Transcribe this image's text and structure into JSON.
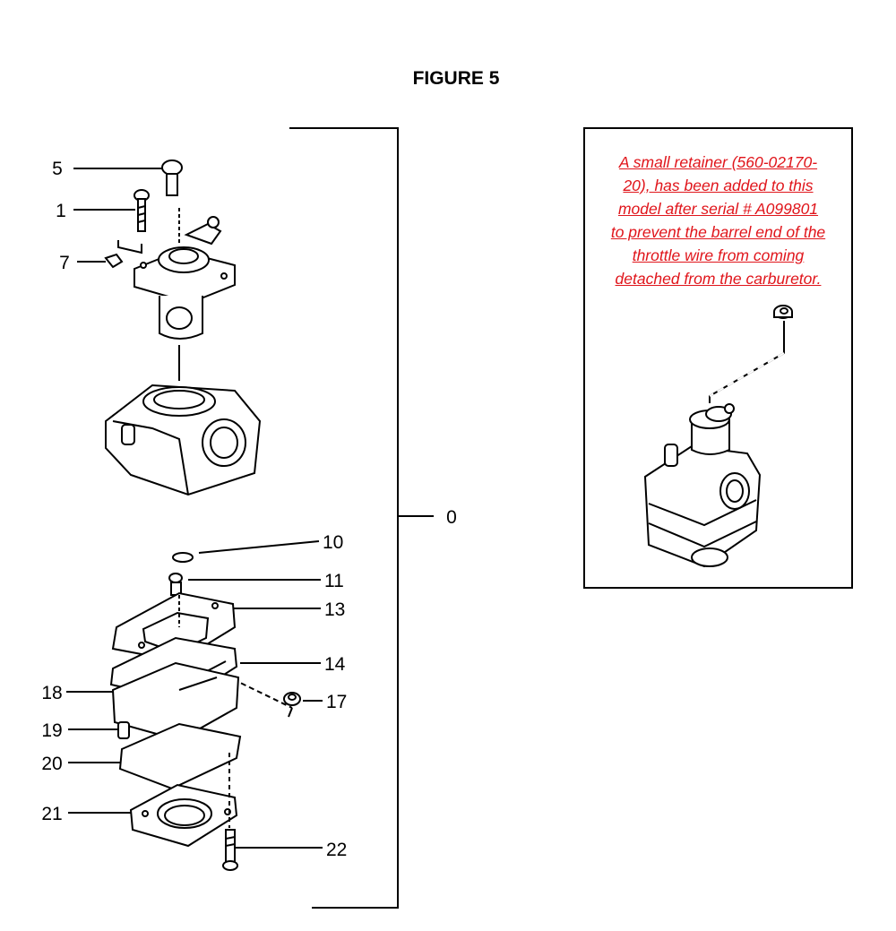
{
  "figure": {
    "title": "FIGURE 5"
  },
  "callouts": {
    "assembly": "0",
    "part_1": "1",
    "part_5": "5",
    "part_7": "7",
    "part_10": "10",
    "part_11": "11",
    "part_13": "13",
    "part_14": "14",
    "part_17": "17",
    "part_18": "18",
    "part_19": "19",
    "part_20": "20",
    "part_21": "21",
    "part_22": "22"
  },
  "note": {
    "lines": [
      "A small retainer (560-02170-",
      "20), has been added to this",
      "model after serial # A099801",
      "to prevent the barrel end of the",
      "throttle wire from coming",
      "detached from the carburetor."
    ],
    "color": "#e0151b"
  }
}
